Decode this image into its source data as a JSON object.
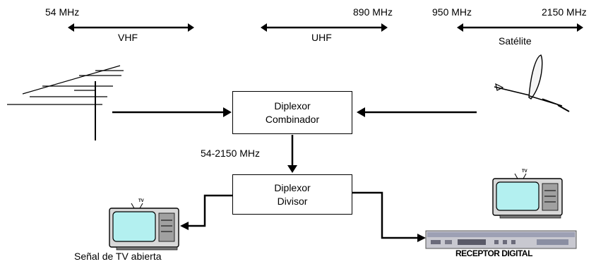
{
  "bands": {
    "vhf": {
      "start": "54 MHz",
      "label": "VHF"
    },
    "uhf": {
      "end": "890 MHz",
      "label": "UHF"
    },
    "sat": {
      "start": "950 MHz",
      "end": "2150 MHz",
      "label": "Satélite"
    }
  },
  "combiner": {
    "line1": "Diplexor",
    "line2": "Combinador"
  },
  "splitter": {
    "line1": "Diplexor",
    "line2": "Divisor"
  },
  "link_label": "54-2150 MHz",
  "tv_open_label": "Señal de TV abierta",
  "receiver_label": "RECEPTOR DIGITAL",
  "tv_badge": "TV"
}
